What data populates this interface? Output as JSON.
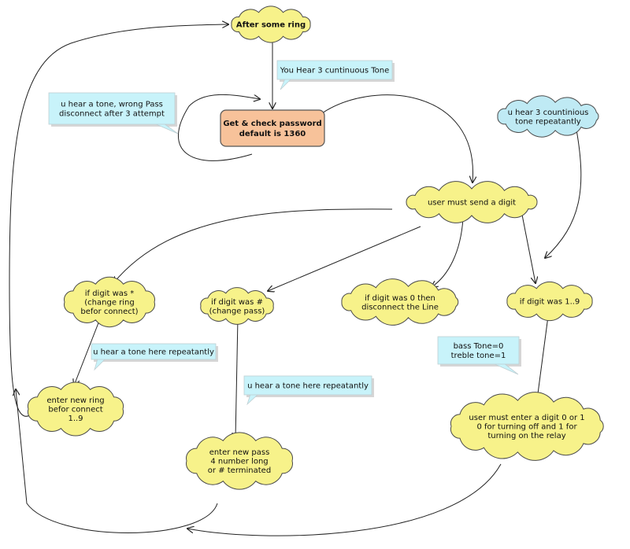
{
  "colors": {
    "cloud_yellow": "#f7f28a",
    "cloud_blue": "#bfeaf4",
    "callout_blue": "#c8f3fa",
    "process_orange": "#f7c29a",
    "line": "#222222"
  },
  "nodes": {
    "after_ring": {
      "lines": [
        "After some ring"
      ]
    },
    "process": {
      "lines": [
        "Get & check password",
        "default is 1360"
      ]
    },
    "user_digit": {
      "lines": [
        "user must send a digit"
      ]
    },
    "repeat_tone": {
      "lines": [
        "u hear 3 countinious",
        "tone repeatantly"
      ]
    },
    "star": {
      "lines": [
        "if digit was *",
        "(change ring",
        "befor connect)"
      ]
    },
    "hash": {
      "lines": [
        "if digit was #",
        "(change pass)"
      ]
    },
    "zero": {
      "lines": [
        "if digit was 0 then",
        "disconnect the Line"
      ]
    },
    "one_nine": {
      "lines": [
        "if digit was 1..9"
      ]
    },
    "new_ring": {
      "lines": [
        "enter new ring",
        "befor connect",
        "1..9"
      ]
    },
    "new_pass": {
      "lines": [
        "enter new pass",
        "4 number long",
        "or # terminated"
      ]
    },
    "relay": {
      "lines": [
        "user must enter a digit 0 or 1",
        "0 for turning off and 1 for",
        "turning on the relay"
      ]
    }
  },
  "callouts": {
    "tone3": {
      "lines": [
        "You Hear 3 cuntinuous Tone"
      ]
    },
    "wrong_pass": {
      "lines": [
        "u hear a tone, wrong Pass",
        "disconnect after 3 attempt"
      ]
    },
    "tone_here_1": {
      "lines": [
        "u hear a tone here repeatantly"
      ]
    },
    "tone_here_2": {
      "lines": [
        "u hear a tone here repeatantly"
      ]
    },
    "bass": {
      "lines": [
        "bass Tone=0",
        "treble tone=1"
      ]
    }
  }
}
